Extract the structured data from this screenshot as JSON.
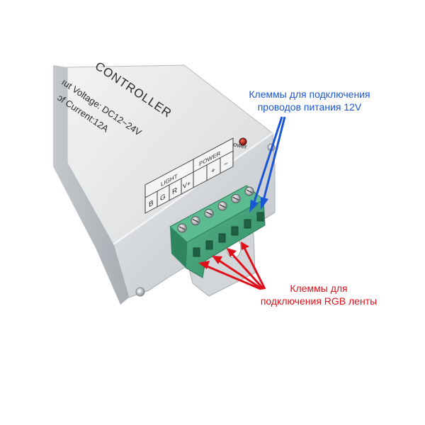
{
  "device": {
    "title_text": "CONTROLLER",
    "input_voltage": "ıut Voltage:  DC12~24V",
    "output_current": "ɔf Current:12A",
    "power_indicator_label": "Power",
    "terminal_group_light": "LIGHT",
    "terminal_group_power": "POWER",
    "terminal_labels": [
      "B",
      "G",
      "R",
      "V+",
      "+",
      "−"
    ]
  },
  "annotations": {
    "power_terminals": {
      "line1": "Клеммы для подключения",
      "line2": "проводов питания 12V",
      "color": "#1a55d6"
    },
    "rgb_terminals": {
      "line1": "Клеммы для",
      "line2": "подключения RGB ленты",
      "color": "#e0101a"
    }
  },
  "colors": {
    "aluminum_case": "#d9dbdd",
    "terminal_block": "#3fa27a",
    "power_led": "#b0201a"
  }
}
